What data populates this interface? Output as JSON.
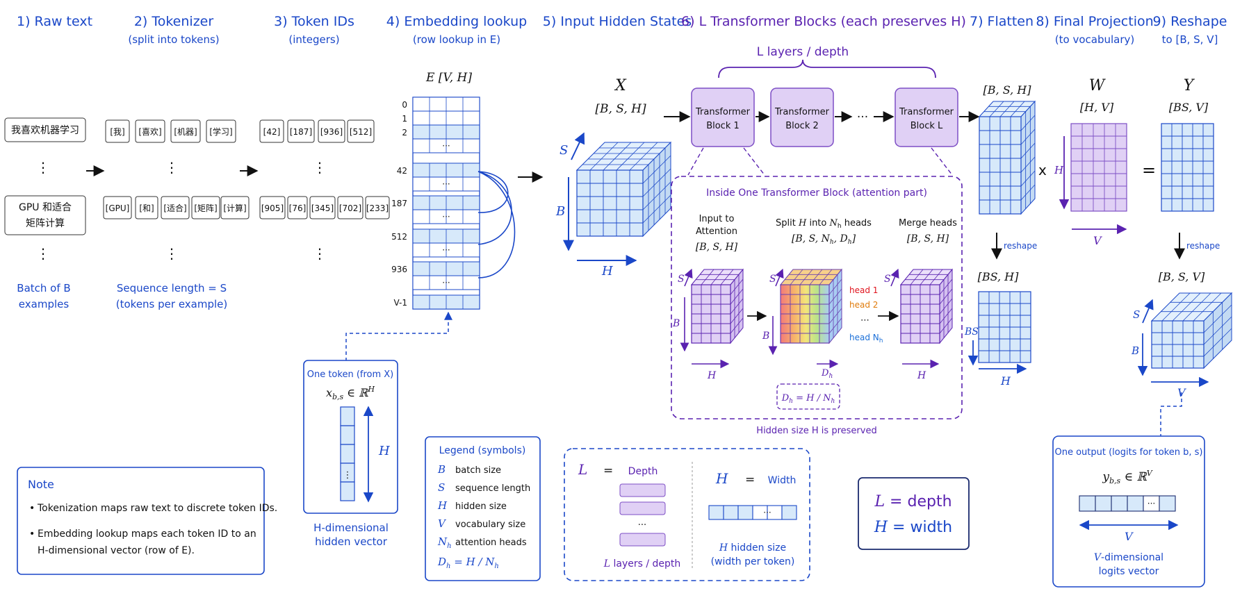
{
  "colors": {
    "blue": "#1a47c8",
    "purple": "#5a22b0",
    "cellBlue": "#d7e9fa",
    "cellPurple": "#e0d0f5"
  },
  "headers": {
    "h1": "1) Raw text",
    "h2": "2) Tokenizer",
    "h2sub": "(split into tokens)",
    "h3": "3) Token IDs",
    "h3sub": "(integers)",
    "h4": "4) Embedding lookup",
    "h4sub": "(row lookup in E)",
    "h5": "5) Input Hidden States",
    "h6": "6) L Transformer Blocks (each preserves H)",
    "h7": "7) Flatten",
    "h8": "8) Final Projection",
    "h8sub": "(to vocabulary)",
    "h9": "9) Reshape",
    "h9sub": "to [B, S, V]"
  },
  "raw_text": {
    "ex1": "我喜欢机器学习",
    "ex2a": "GPU 和适合",
    "ex2b": "矩阵计算",
    "vdots": "⋮",
    "batch_a": "Batch of B",
    "batch_b": "examples"
  },
  "tokens": {
    "row1": [
      "[我]",
      "[喜欢]",
      "[机器]",
      "[学习]"
    ],
    "row2": [
      "[GPU]",
      "[和]",
      "[适合]",
      "[矩阵]",
      "[计算]"
    ],
    "seq_a": "Sequence length = S",
    "seq_b": "(tokens per example)"
  },
  "ids": {
    "row1": [
      "[42]",
      "[187]",
      "[936]",
      "[512]"
    ],
    "row2": [
      "[905]",
      "[76]",
      "[345]",
      "[702]",
      "[233]"
    ]
  },
  "embedding": {
    "label": "E [V, H]",
    "row_labels": [
      "0",
      "1",
      "2",
      "42",
      "187",
      "512",
      "936",
      "V-1"
    ],
    "dots": "···"
  },
  "one_token": {
    "title": "One token (from X)",
    "formula": "x_b,s ∈ ℝ^H",
    "dim": "H",
    "cap_a": "H-dimensional",
    "cap_b": "hidden vector"
  },
  "legend": {
    "title": "Legend (symbols)",
    "items": [
      {
        "sym": "B",
        "desc": "batch size"
      },
      {
        "sym": "S",
        "desc": "sequence length"
      },
      {
        "sym": "H",
        "desc": "hidden size"
      },
      {
        "sym": "V",
        "desc": "vocabulary size"
      },
      {
        "sym": "N_h",
        "desc": "attention heads"
      },
      {
        "sym": "D_h = H / N_h",
        "desc": ""
      }
    ]
  },
  "note": {
    "title": "Note",
    "b1": "Tokenization maps raw text to discrete token IDs.",
    "b2a": "Embedding lookup maps each token ID to an",
    "b2b": "H-dimensional vector (row of E)."
  },
  "hidden": {
    "name": "X",
    "shape": "[B, S, H]",
    "S": "S",
    "B": "B",
    "H": "H"
  },
  "transformer": {
    "layers_label": "L layers / depth",
    "block1a": "Transformer",
    "block1b": "Block 1",
    "block2a": "Transformer",
    "block2b": "Block 2",
    "blockLa": "Transformer",
    "blockLb": "Block L",
    "ellipsis": "···"
  },
  "inside": {
    "title": "Inside One Transformer Block (attention part)",
    "input_a": "Input to",
    "input_b": "Attention",
    "input_shape": "[B, S, H]",
    "split_title": "Split H into N_h heads",
    "split_shape": "[B, S, N_h, D_h]",
    "merge_title": "Merge heads",
    "merge_shape": "[B, S, H]",
    "head1": "head 1",
    "head2": "head 2",
    "headdots": "⋯",
    "headN": "head N_h",
    "dh": "D_h",
    "dh_formula": "D_h = H / N_h",
    "preserved": "Hidden size H is preserved",
    "S": "S",
    "B": "B",
    "H": "H"
  },
  "depth_width": {
    "L": "L",
    "eq": "=",
    "depth": "Depth",
    "layers": "L layers / depth",
    "H": "H",
    "width": "Width",
    "hidden_a": "H hidden size",
    "hidden_b": "(width per token)",
    "dots": "···"
  },
  "lh": {
    "l": "L = depth",
    "h": "H = width"
  },
  "flatten": {
    "shape_top": "[B, S, H]",
    "reshape": "reshape",
    "shape_bot": "[BS, H]",
    "BS": "BS",
    "H": "H"
  },
  "projection": {
    "name": "W",
    "shape": "[H, V]",
    "H": "H",
    "V": "V",
    "times": "x",
    "equals": "="
  },
  "output": {
    "name": "Y",
    "shape": "[BS, V]",
    "reshape": "reshape",
    "shape3": "[B, S, V]",
    "S": "S",
    "B": "B",
    "V": "V"
  },
  "one_output": {
    "title": "One output (logits for token b, s)",
    "formula": "y_b,s ∈ ℝ^V",
    "dots": "···",
    "V": "V",
    "cap_a": "V-dimensional",
    "cap_b": "logits vector"
  }
}
